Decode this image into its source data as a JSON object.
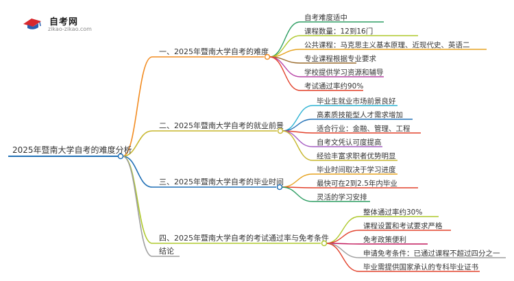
{
  "logo": {
    "title": "自考网",
    "url": "zikao-zikao.com"
  },
  "root": {
    "label": "2025年暨南大学自考的难度分析"
  },
  "branches": [
    {
      "label": "一、2025年暨南大学自考的难度",
      "color": "#f28a1e",
      "children": [
        {
          "label": "自考难度适中",
          "color": "#2e9e63"
        },
        {
          "label": "课程数量：12到16门",
          "color": "#aec82a"
        },
        {
          "label": "公共课程：马克思主义基本原理、近现代史、英语二",
          "color": "#e6a21e"
        },
        {
          "label": "专业课程根据专业要求",
          "color": "#9a6b2c"
        },
        {
          "label": "学校提供学习资源和辅导",
          "color": "#b63fa4"
        },
        {
          "label": "考试通过率约90%",
          "color": "#e2402a"
        }
      ]
    },
    {
      "label": "二、2025年暨南大学自考的就业前景",
      "color": "#c7b62c",
      "children": [
        {
          "label": "毕业生就业市场前景良好",
          "color": "#2fb3d4"
        },
        {
          "label": "高素质技能型人才需求增加",
          "color": "#1f6fb5"
        },
        {
          "label": "适合行业：金融、管理、工程",
          "color": "#e2402a"
        },
        {
          "label": "自考文凭认可度提高",
          "color": "#a45ac2"
        },
        {
          "label": "经验丰富求职者优势明显",
          "color": "#c7b62c"
        }
      ]
    },
    {
      "label": "三、2025年暨南大学自考的毕业时间",
      "color": "#1f6fb5",
      "children": [
        {
          "label": "毕业时间取决于学习进度",
          "color": "#e6a21e"
        },
        {
          "label": "最快可在2到2.5年内毕业",
          "color": "#e2402a"
        },
        {
          "label": "灵活的学习安排",
          "color": "#2e9e63"
        }
      ]
    },
    {
      "label": "四、2025年暨南大学自考的考试通过率与免考条件",
      "color": "#aec82a",
      "children": [
        {
          "label": "整体通过率约30%",
          "color": "#aec82a"
        },
        {
          "label": "课程设置和考试要求严格",
          "color": "#e2402a"
        },
        {
          "label": "免考政策便利",
          "color": "#c2185b"
        },
        {
          "label": "申请免考条件：已通过课程不超过四分之一",
          "color": "#9e9e9e"
        },
        {
          "label": "毕业需提供国家承认的专科毕业证书",
          "color": "#e2402a"
        }
      ]
    },
    {
      "label": "结论",
      "color": "#9e9e9e",
      "children": []
    }
  ]
}
